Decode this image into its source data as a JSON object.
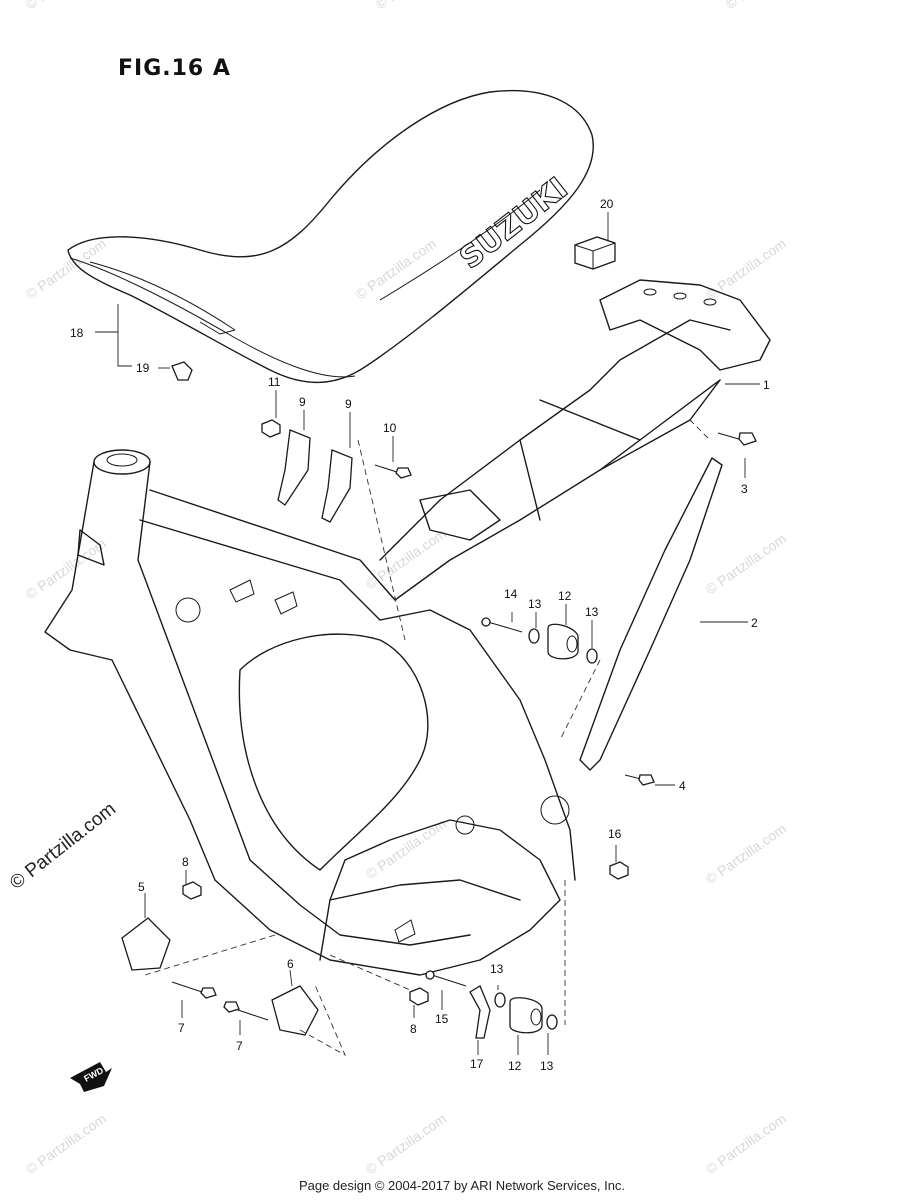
{
  "figure_title": "FIG.16 A",
  "seat_brand": "SUZUKI",
  "callouts": [
    "1",
    "2",
    "3",
    "4",
    "5",
    "6",
    "7",
    "7",
    "8",
    "8",
    "9",
    "9",
    "10",
    "11",
    "12",
    "12",
    "13",
    "13",
    "13",
    "13",
    "14",
    "15",
    "16",
    "17",
    "18",
    "19",
    "20"
  ],
  "watermark": "© Partzilla.com",
  "fwd_label": "FWD",
  "footer": "Page design © 2004-2017 by ARI Network Services, Inc."
}
